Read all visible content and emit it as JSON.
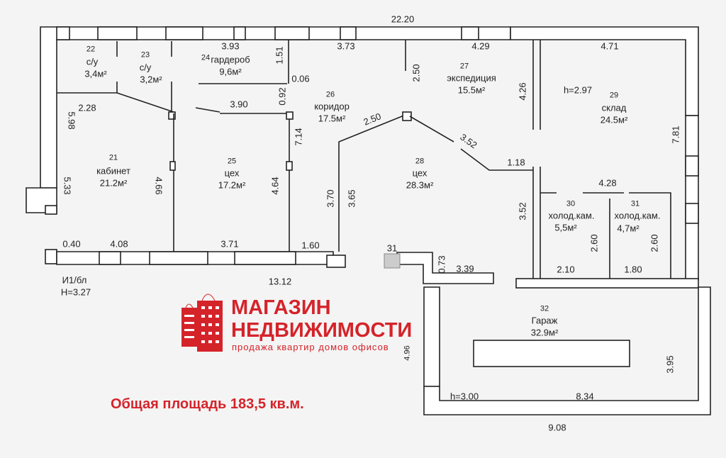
{
  "rooms": [
    {
      "num": "21",
      "name": "кабинет",
      "area": "21.2м²"
    },
    {
      "num": "22",
      "name": "с/у",
      "area": "3,4м²"
    },
    {
      "num": "23",
      "name": "с/у",
      "area": "3,2м²"
    },
    {
      "num": "24",
      "name": "гардероб",
      "area": "9,6м²"
    },
    {
      "num": "25",
      "name": "цех",
      "area": "17.2м²"
    },
    {
      "num": "26",
      "name": "коридор",
      "area": "17.5м²"
    },
    {
      "num": "27",
      "name": "экспедиция",
      "area": "15.5м²"
    },
    {
      "num": "28",
      "name": "цех",
      "area": "28.3м²"
    },
    {
      "num": "29",
      "name": "склад",
      "area": "24.5м²"
    },
    {
      "num": "30",
      "name": "холод.кам.",
      "area": "5,5м²"
    },
    {
      "num": "31",
      "name": "холод.кам.",
      "area": "4,7м²"
    },
    {
      "num": "32",
      "name": "Гараж",
      "area": "32.9м²"
    }
  ],
  "dims": {
    "top_total": "22.20",
    "d393": "3.93",
    "d373": "3.73",
    "d429": "4.29",
    "d471": "4.71",
    "d151": "1.51",
    "d006": "0.06",
    "d092": "0.92",
    "d228": "2.28",
    "d390": "3.90",
    "d598": "5.98",
    "d533": "5.33",
    "d466": "4.66",
    "d464": "4.64",
    "d714": "7.14",
    "d250a": "2.50",
    "d250b": "2.50",
    "d352a": "3.52",
    "d118": "1.18",
    "d426": "4.26",
    "d781": "7.81",
    "d428": "4.28",
    "d352b": "3.52",
    "d260a": "2.60",
    "d260b": "2.60",
    "d370": "3.70",
    "d365": "3.65",
    "d040": "0.40",
    "d408": "4.08",
    "d371": "3.71",
    "d160": "1.60",
    "d1312": "13.12",
    "d073": "0.73",
    "d339": "3.39",
    "d210": "2.10",
    "d180": "1.80",
    "d496": "4.96",
    "d395": "3.95",
    "d834": "8.34",
    "d908": "9.08",
    "stair": "31"
  },
  "heights": {
    "h297": "h=2.97",
    "h300": "h=3.00",
    "label_i1": "И1/бл",
    "h327": "H=3.27"
  },
  "brand": {
    "line1": "МАГАЗИН",
    "line2": "НЕДВИЖИМОСТИ",
    "tagline": "продажа квартир домов офисов",
    "color": "#d5232a"
  },
  "total_area": "Общая площадь 183,5 кв.м."
}
